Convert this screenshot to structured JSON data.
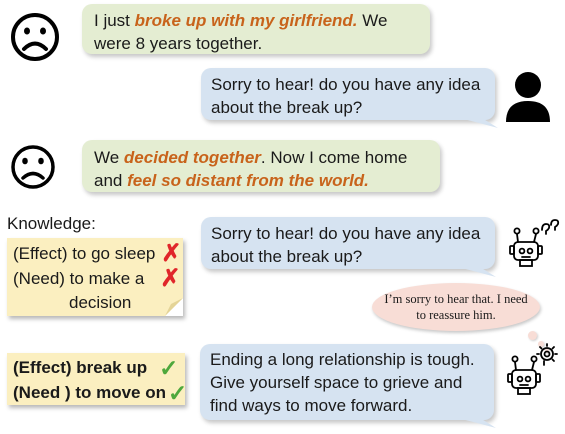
{
  "turn1": {
    "pre": "I just ",
    "highlight": "broke up with my girlfriend.",
    "post": " We were 8 years together."
  },
  "response1": "Sorry to hear! do you have any idea about the break up?",
  "turn2": {
    "pre": "We ",
    "highlight1": "decided together",
    "mid": ". Now I come home and ",
    "highlight2": "feel so distant from the world."
  },
  "knowledge": {
    "label": "Knowledge:",
    "items": [
      {
        "text": "(Effect) to go sleep",
        "mark": "✗"
      },
      {
        "text": "(Need) to make a",
        "mark": "✗"
      },
      {
        "text": "decision"
      }
    ]
  },
  "robot_response1": "Sorry to hear! do you have any idea about the break up?",
  "thought": "I’m sorry to hear that. I need to reassure him.",
  "knowledge2": {
    "items": [
      {
        "text": "(Effect) break up",
        "mark": "✓"
      },
      {
        "text": "(Need ) to move on",
        "mark": "✓"
      }
    ]
  },
  "robot_response2": "Ending a long relationship is tough. Give yourself space to grieve and find ways to move forward.",
  "icons": {
    "user": "sad-face-icon",
    "agent": "person-icon",
    "robot": "robot-icon",
    "thinking_robot": "robot-lightbulb-icon"
  },
  "colors": {
    "highlight": "#c8631b",
    "user_bubble": "#e4edd2",
    "agent_bubble": "#d6e3f1",
    "note": "#fbefc0",
    "thought": "#f8ddd6",
    "cross": "#e0262a",
    "check": "#4ea83c"
  }
}
